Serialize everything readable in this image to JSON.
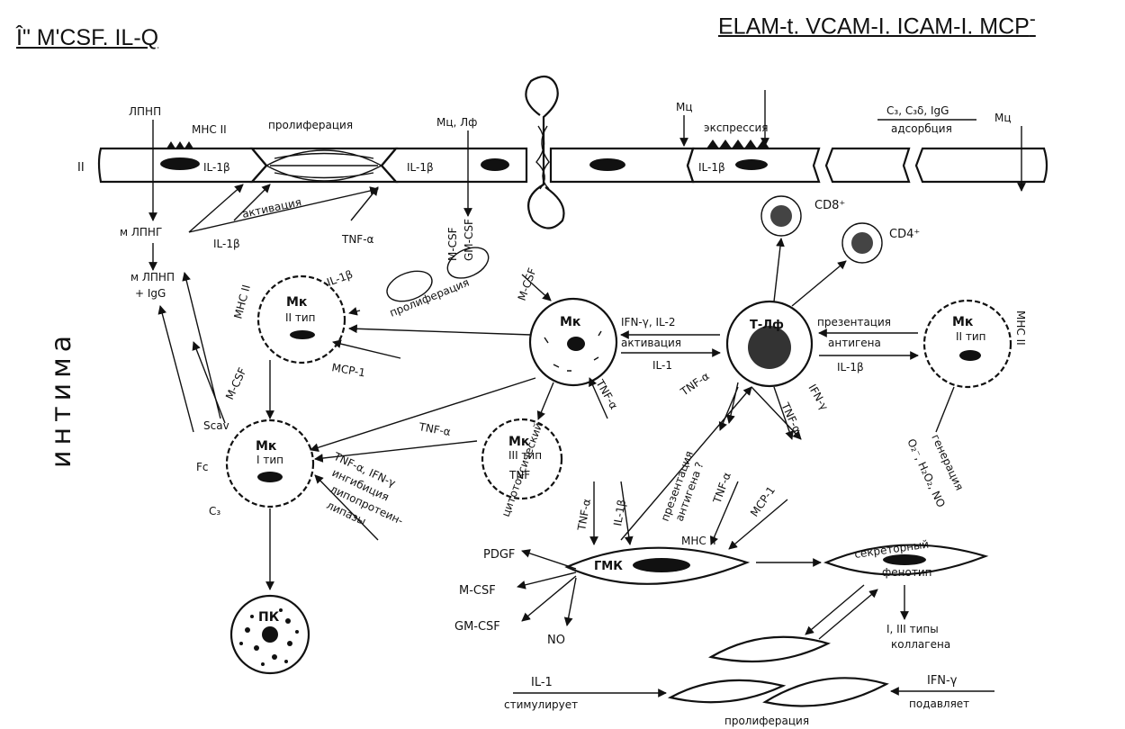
{
  "header": {
    "left": "Î\" M'CSF.   IL-Q",
    "right": "ELAM-t. VCAM-I.  ICAM-I. MCP",
    "right_sup": "-"
  },
  "side_label": "интима",
  "endothelium": {
    "layer": "II",
    "ldl": "ЛПНП",
    "mhc": "MHC II",
    "il1_a": "IL-1β",
    "il1_b": "IL-1β",
    "il1_c": "IL-1β",
    "prolif": "пролиферация",
    "mc_lf": "Мц, Лф",
    "mc_top": "Мц",
    "expression": "экспрессия",
    "complement": "C₃, C₃δ, IgG",
    "adsorption": "адсорбция",
    "mc_right": "Мц"
  },
  "labels": {
    "m_ldl": "м ЛПНГ",
    "m_ldl_igg_1": "м ЛПНП",
    "m_ldl_igg_2": "+ IgG",
    "activation_top": "активация",
    "il1_left": "IL-1β",
    "tnf_top": "TNF-α",
    "mcsf_v": "M-CSF",
    "gmcsf_v": "GM-CSF",
    "mcsf_right": "M-CSF",
    "mhc_left": "MHC II",
    "il1_mk2": "IL-1β",
    "prolif_mid": "пролиферация",
    "mcp1": "MCP-1",
    "mcsf_mid": "M-CSF",
    "ifn_il2": "IFN-γ, IL-2",
    "activation_mid": "активация",
    "il1_mid": "IL-1",
    "presentation_1": "презентация",
    "presentation_2": "антигена",
    "il1_right": "IL-1β",
    "mhc_right": "MHC II",
    "tnf_t1": "TNF-α",
    "tnf_t2": "TNF-α",
    "ifn_t": "IFN-γ",
    "tnf_mk": "TNF-α",
    "tnf_mk3": "TNF-α",
    "scav": "Scav",
    "fc": "Fc",
    "c3": "C₃",
    "cytotoxic": "цитотоксический",
    "inhibition_1": "TNF-α, IFN-γ",
    "inhibition_2": "ингибиция",
    "inhibition_3": "липопротеин-",
    "inhibition_4": "липазы",
    "pres_ag_1": "презентация",
    "pres_ag_2": "антигена ?",
    "generation_1": "генерация",
    "generation_2": "O₂⁻, H₂O₂, NO",
    "tnf_smc1": "TNF-α",
    "il1_smc": "IL-1β",
    "mhc_smc": "MHC II",
    "tnf_smc2": "TNF-α",
    "mcp_smc": "MCP-1",
    "pdgf": "PDGF",
    "mcsf_out": "M-CSF",
    "gmcsf_out": "GM-CSF",
    "no": "NO",
    "secretory_1": "секреторный",
    "secretory_2": "фенотип",
    "collagen_1": "I, III типы",
    "collagen_2": "коллагена",
    "il1_bottom": "IL-1",
    "stimulates": "стимулирует",
    "ifn_bottom": "IFN-γ",
    "suppresses": "подавляет",
    "prolif_bottom": "пролиферация"
  },
  "cells": {
    "mk_center": "Мк",
    "mk2_left": "Мк",
    "mk2_left_type": "II тип",
    "mk2_right": "Мк",
    "mk2_right_type": "II тип",
    "tlf": "Т-Лф",
    "cd8": "CD8⁺",
    "cd4": "CD4⁺",
    "mk1": "Мк",
    "mk1_type": "I тип",
    "mk3": "Мк",
    "mk3_type": "III тип",
    "mk3_tnf": "TNF",
    "pk": "ПК",
    "smc": "ГМК"
  }
}
